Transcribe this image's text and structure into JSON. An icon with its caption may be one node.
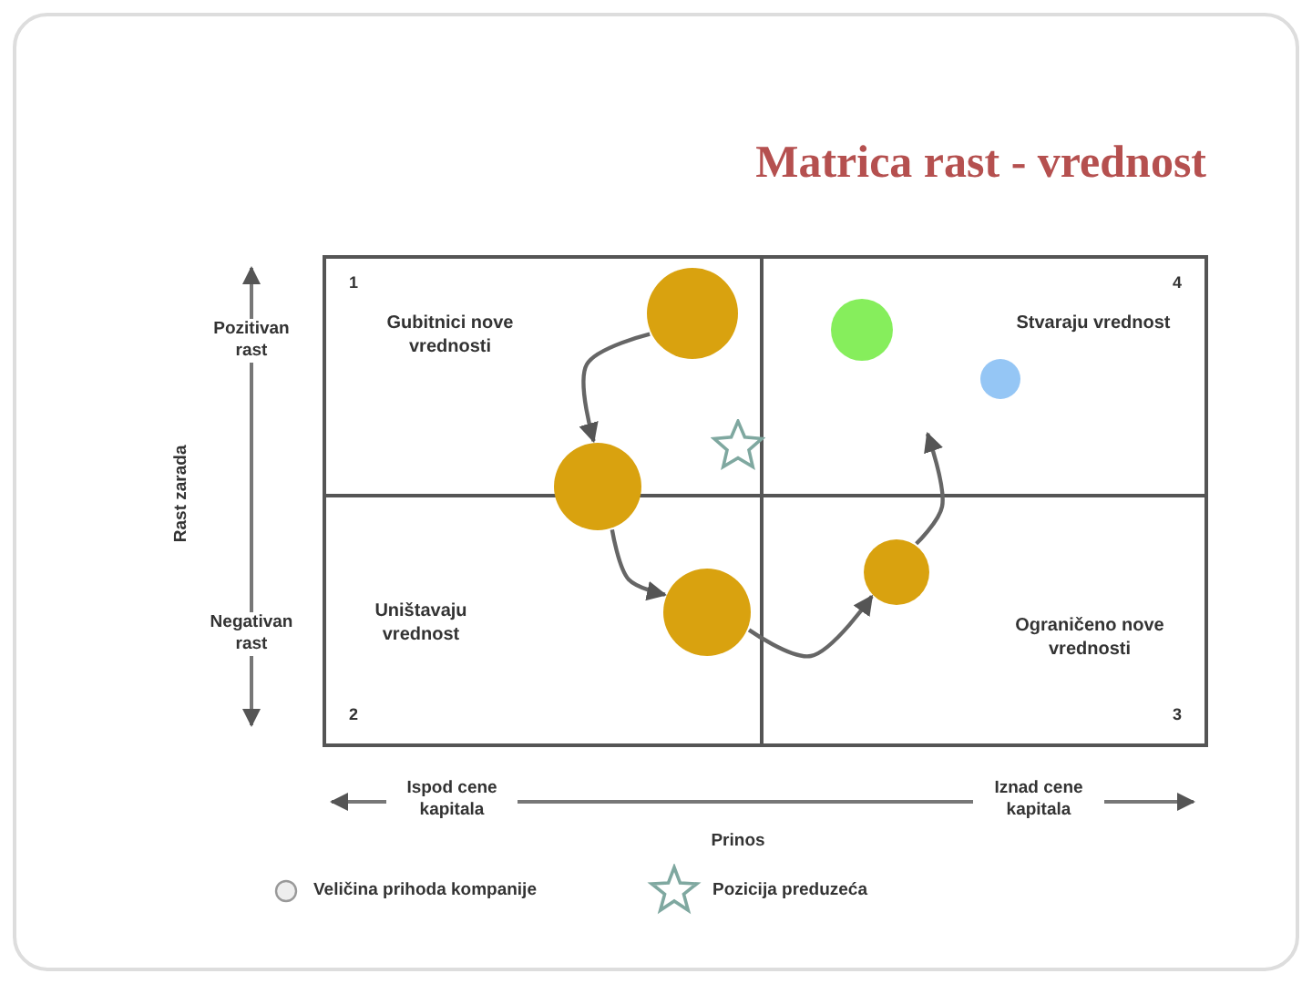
{
  "diagram": {
    "title": "Matrica rast - vrednost",
    "nodes": [
      {
        "text": [],
        "shape": "circle"
      },
      {
        "text": [],
        "shape": "circle"
      },
      {
        "text": [],
        "shape": "circle"
      },
      {
        "text": [],
        "shape": "star"
      },
      {
        "text": [],
        "shape": "circle"
      },
      {
        "text": [],
        "shape": "circle"
      },
      {
        "text": [],
        "shape": "circle"
      }
    ],
    "edges": [
      {
        "from": 0,
        "to": 4,
        "arrow": "to"
      },
      {
        "from": 4,
        "to": 6,
        "arrow": "to"
      },
      {
        "from": 6,
        "to": 5,
        "arrow": "to"
      },
      {
        "from": 5,
        "to": null,
        "arrow": "to"
      }
    ],
    "labels": [
      "1",
      "4",
      "Pozitivan rast",
      "Gubitnici nove vrednosti",
      "Stvaraju vrednost",
      "Rast zarada",
      "Negativan rast",
      "Uništavaju vrednost",
      "Ograničeno nove vrednosti",
      "2",
      "3",
      "Ispod cene kapitala",
      "Iznad cene kapitala",
      "Prinos"
    ],
    "legend": [
      {
        "text": "Veličina prihoda kompanije"
      },
      {
        "text": "Pozicija preduzeća"
      }
    ]
  }
}
